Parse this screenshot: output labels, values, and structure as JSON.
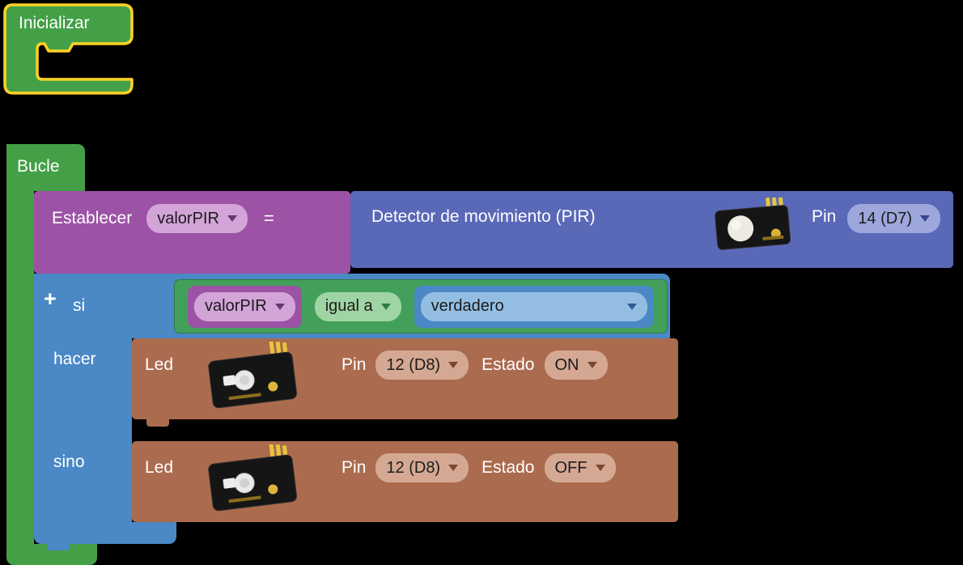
{
  "colors": {
    "green": "#43A047",
    "gold": "#FFD226",
    "purple": "#9C52A5",
    "purple_chip": "#D2A4D8",
    "indigo": "#5A68B8",
    "indigo_chip": "#9DA7DC",
    "blue": "#4A88C6",
    "blue_chip": "#93BEE2",
    "cond_green": "#43A05B",
    "green_chip": "#9FD4A4",
    "brown": "#AB6B4E",
    "brown_chip": "#D5A893"
  },
  "init_block": {
    "label": "Inicializar"
  },
  "loop_block": {
    "label": "Bucle"
  },
  "set_block": {
    "label": "Establecer",
    "variable": "valorPIR",
    "equals": "="
  },
  "pir_block": {
    "label": "Detector de movimiento (PIR)",
    "pin_label": "Pin",
    "pin_value": "14 (D7)"
  },
  "if_block": {
    "plus_icon": "+",
    "if_label": "si",
    "do_label": "hacer",
    "else_label": "sino"
  },
  "condition": {
    "variable": "valorPIR",
    "operator": "igual a",
    "value": "verdadero"
  },
  "led_on_block": {
    "label": "Led",
    "pin_label": "Pin",
    "pin_value": "12 (D8)",
    "state_label": "Estado",
    "state_value": "ON"
  },
  "led_off_block": {
    "label": "Led",
    "pin_label": "Pin",
    "pin_value": "12 (D8)",
    "state_label": "Estado",
    "state_value": "OFF"
  }
}
